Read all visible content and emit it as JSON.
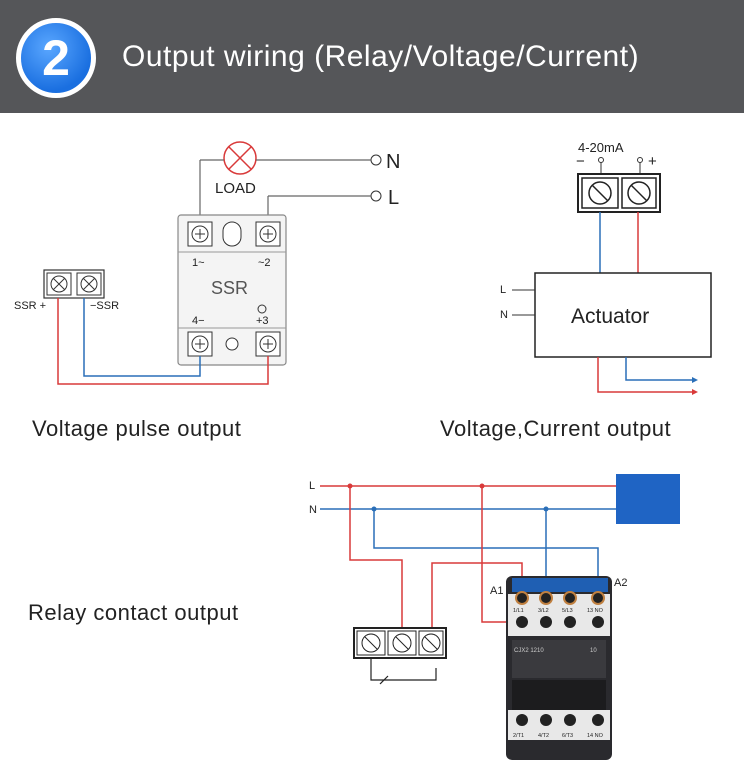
{
  "header": {
    "step_number": "2",
    "title": "Output wiring (Relay/Voltage/Current)"
  },
  "voltage_pulse": {
    "caption": "Voltage pulse output",
    "neutral_label": "N",
    "line_label": "L",
    "load_label": "LOAD",
    "ssr_label": "SSR",
    "terminal_1": "1~",
    "terminal_2": "~2",
    "terminal_4": "4−",
    "terminal_3": "+3",
    "ssr_plus_label": "SSR +",
    "ssr_minus_label": "−SSR"
  },
  "current_output": {
    "caption": "Voltage,Current output",
    "range_label": "4-20mA",
    "minus_sign": "−",
    "plus_sign": "+",
    "actuator_label": "Actuator",
    "line_label": "L",
    "neutral_label": "N"
  },
  "relay_output": {
    "caption": "Relay contact output",
    "line_label": "L",
    "neutral_label": "N",
    "a1_label": "A1",
    "a2_label": "A2",
    "top_terminal_labels": [
      "1/L1",
      "3/L2",
      "5/L3",
      "13 NO"
    ],
    "bottom_terminal_labels": [
      "2/T1",
      "4/T2",
      "6/T3",
      "14 NO"
    ],
    "model_label": "CJX2 1210",
    "aux_label": "10"
  },
  "colors": {
    "header_bg": "#555659",
    "badge_blue": "#1a6fe0",
    "wire_red": "#d93a3a",
    "wire_blue": "#2a6fb8",
    "load_box_blue": "#1f64c4"
  }
}
